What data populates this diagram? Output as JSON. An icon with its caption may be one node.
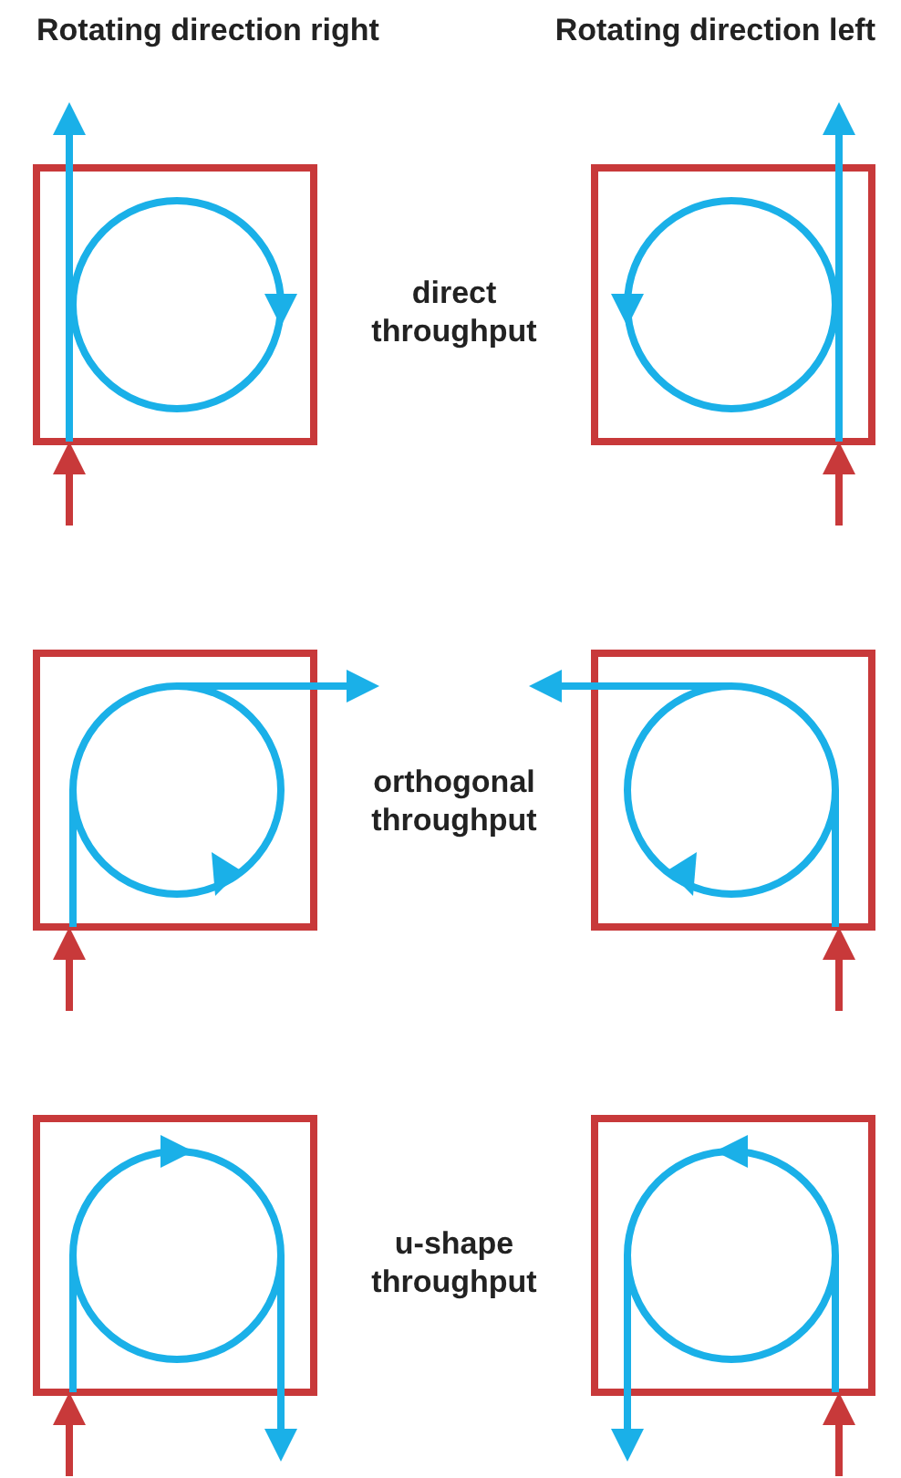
{
  "diagram": {
    "labels": [
      "Rotating direction right",
      "Rotating direction left",
      "direct throughput",
      "orthogonal throughput",
      "u-shape throughput"
    ]
  }
}
